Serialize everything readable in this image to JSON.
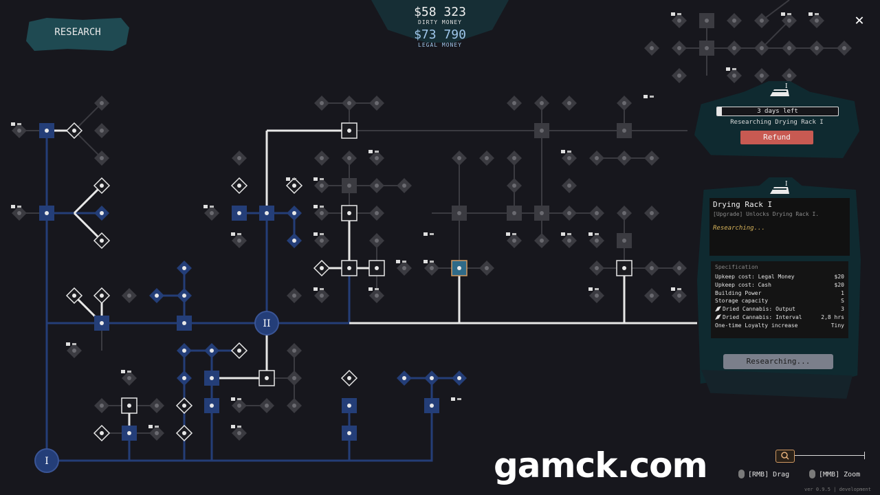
{
  "header": {
    "research_tab_label": "RESEARCH",
    "close_symbol": "✕"
  },
  "money": {
    "dirty_amount": "$58 323",
    "dirty_label": "DIRTY MONEY",
    "legal_amount": "$73 790",
    "legal_label": "LEGAL MONEY"
  },
  "current_research": {
    "days_text": "3 days left",
    "days_progress": 0.04,
    "researching_text": "Researching Drying Rack I",
    "refund_label": "Refund"
  },
  "detail": {
    "title": "Drying Rack I",
    "description": "[Upgrade] Unlocks Drying Rack I.",
    "status": "Researching...",
    "spec_header": "Specification",
    "specs": [
      {
        "label": "Upkeep cost: Legal Money",
        "value": "$20",
        "icon": ""
      },
      {
        "label": "Upkeep cost: Cash",
        "value": "$20",
        "icon": ""
      },
      {
        "label": "Building Power",
        "value": "1",
        "icon": ""
      },
      {
        "label": "Storage capacity",
        "value": "S",
        "icon": ""
      },
      {
        "label": "Dried Cannabis: Output",
        "value": "3",
        "icon": "cannabis-icon"
      },
      {
        "label": "Dried Cannabis: Interval",
        "value": "2,8 hrs",
        "icon": "cannabis-icon"
      },
      {
        "label": "One-time Loyalty increase",
        "value": "Tiny",
        "icon": ""
      }
    ],
    "button_label": "Researching..."
  },
  "tiers": {
    "tier1": "I",
    "tier2": "II"
  },
  "controls": {
    "drag_hint": "[RMB] Drag",
    "zoom_hint": "[MMB] Zoom",
    "version": "ver 0.9.5 | development"
  },
  "watermark": "gamck.com",
  "colors": {
    "background": "#17171d",
    "researched_blue": "#243e78",
    "available_line": "#e8e8e8",
    "locked_gray": "#3b3b41",
    "refund_red": "#c85a52",
    "legal_money_blue": "#9fc6ea",
    "panel_teal": "#0f2a30"
  }
}
